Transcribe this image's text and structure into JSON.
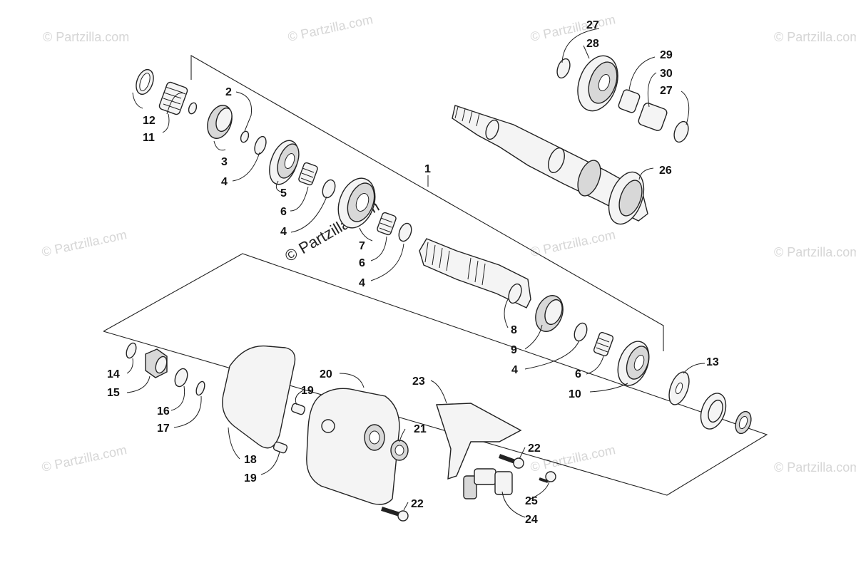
{
  "diagram": {
    "watermark_text": "© Partzilla.com",
    "center_watermark_text": "© Partzilla.com",
    "callouts": [
      {
        "id": "c1",
        "label": "1"
      },
      {
        "id": "c2",
        "label": "2"
      },
      {
        "id": "c3",
        "label": "3"
      },
      {
        "id": "c4a",
        "label": "4"
      },
      {
        "id": "c4b",
        "label": "4"
      },
      {
        "id": "c4c",
        "label": "4"
      },
      {
        "id": "c4d",
        "label": "4"
      },
      {
        "id": "c5",
        "label": "5"
      },
      {
        "id": "c6a",
        "label": "6"
      },
      {
        "id": "c6b",
        "label": "6"
      },
      {
        "id": "c6c",
        "label": "6"
      },
      {
        "id": "c7",
        "label": "7"
      },
      {
        "id": "c8",
        "label": "8"
      },
      {
        "id": "c9",
        "label": "9"
      },
      {
        "id": "c10",
        "label": "10"
      },
      {
        "id": "c11",
        "label": "11"
      },
      {
        "id": "c12",
        "label": "12"
      },
      {
        "id": "c13",
        "label": "13"
      },
      {
        "id": "c14",
        "label": "14"
      },
      {
        "id": "c15",
        "label": "15"
      },
      {
        "id": "c16",
        "label": "16"
      },
      {
        "id": "c17",
        "label": "17"
      },
      {
        "id": "c18",
        "label": "18"
      },
      {
        "id": "c19a",
        "label": "19"
      },
      {
        "id": "c19b",
        "label": "19"
      },
      {
        "id": "c20",
        "label": "20"
      },
      {
        "id": "c21",
        "label": "21"
      },
      {
        "id": "c22a",
        "label": "22"
      },
      {
        "id": "c22b",
        "label": "22"
      },
      {
        "id": "c23",
        "label": "23"
      },
      {
        "id": "c24",
        "label": "24"
      },
      {
        "id": "c25",
        "label": "25"
      },
      {
        "id": "c26",
        "label": "26"
      },
      {
        "id": "c27a",
        "label": "27"
      },
      {
        "id": "c27b",
        "label": "27"
      },
      {
        "id": "c28",
        "label": "28"
      },
      {
        "id": "c29",
        "label": "29"
      },
      {
        "id": "c30",
        "label": "30"
      }
    ]
  }
}
